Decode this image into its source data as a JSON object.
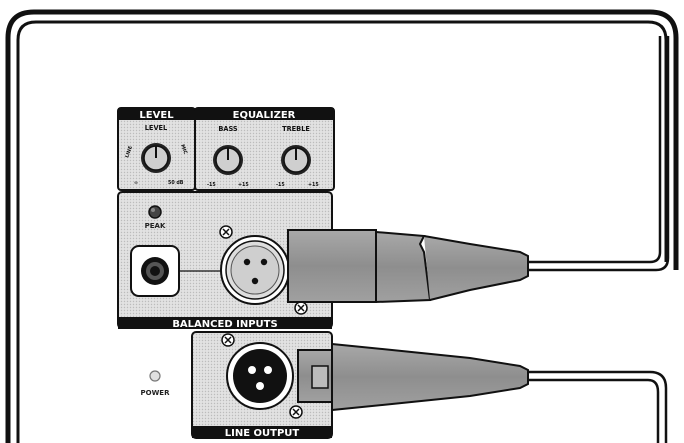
{
  "panel": {
    "level_section": {
      "header": "LEVEL",
      "knob_label": "LEVEL",
      "left_side": "LINE",
      "right_side": "MIC",
      "min_value": "∞",
      "max_value": "50 dB"
    },
    "equalizer_section": {
      "header": "EQUALIZER",
      "bass": {
        "label": "BASS",
        "min": "-15",
        "max": "+15"
      },
      "treble": {
        "label": "TREBLE",
        "min": "-15",
        "max": "+15"
      }
    },
    "peak_label": "PEAK",
    "inputs_label": "BALANCED INPUTS",
    "power_label": "POWER",
    "output_label": "LINE OUTPUT"
  },
  "colors": {
    "panel_gray": "#d8d8d8",
    "cable_gray": "#999999",
    "dark": "#111111"
  },
  "icons": {
    "screw": "screw-icon",
    "xlr_female": "xlr-female-connector-icon",
    "xlr_male": "xlr-male-connector-icon",
    "trs_jack": "trs-jack-icon"
  }
}
